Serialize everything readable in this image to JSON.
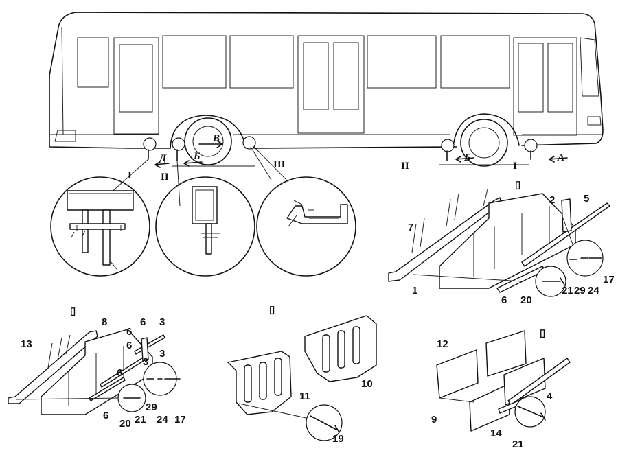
{
  "roman_markers": [
    {
      "id": "I-rear",
      "text": "I"
    },
    {
      "id": "II-rear",
      "text": "II"
    },
    {
      "id": "III",
      "text": "III"
    },
    {
      "id": "II-front",
      "text": "II"
    },
    {
      "id": "I-front",
      "text": "I"
    }
  ],
  "view_arrows": [
    {
      "id": "D",
      "text": "Д"
    },
    {
      "id": "B-rear",
      "text": "Б"
    },
    {
      "id": "V",
      "text": "В"
    },
    {
      "id": "B-front",
      "text": "Б"
    },
    {
      "id": "A",
      "text": "А"
    }
  ],
  "part_labels": [
    "1",
    "2",
    "5",
    "7",
    "6",
    "20",
    "21",
    "29",
    "24",
    "17",
    "13",
    "8",
    "6",
    "3",
    "6",
    "3",
    "6",
    "3",
    "6",
    "6",
    "20",
    "21",
    "24",
    "17",
    "29",
    "11",
    "10",
    "19",
    "12",
    "4",
    "9",
    "14",
    "21"
  ],
  "view_glyph": "▯"
}
